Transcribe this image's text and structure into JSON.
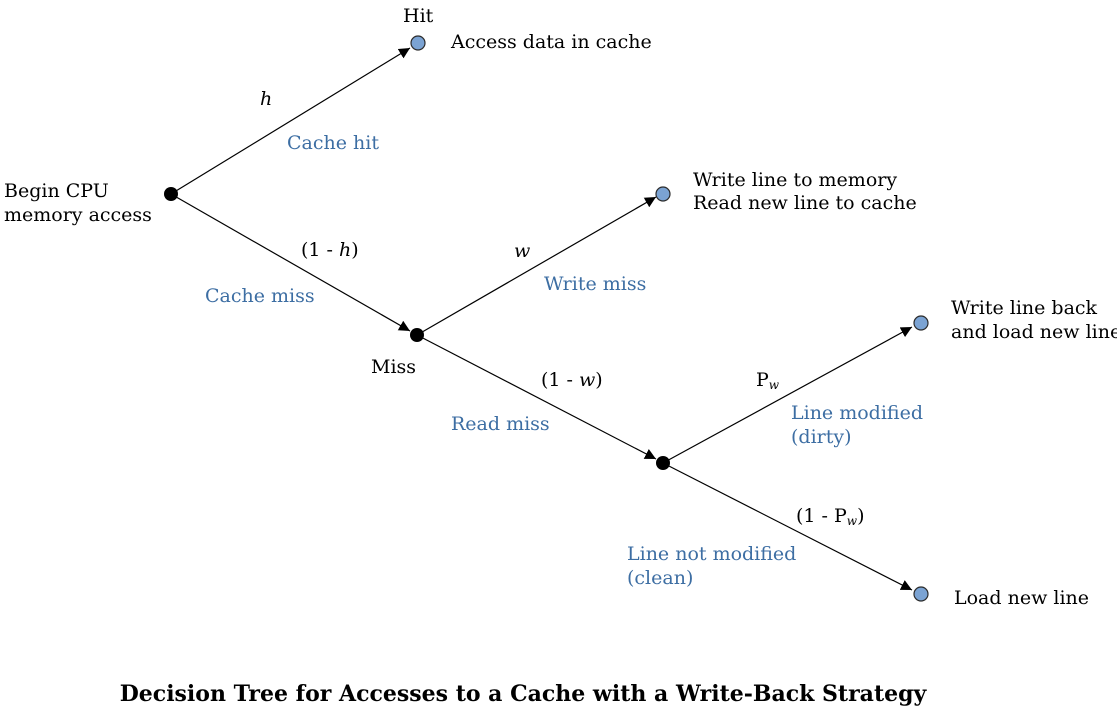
{
  "diagram": {
    "nodes": {
      "root": {
        "label_line1": "Begin CPU",
        "label_line2": "memory access"
      },
      "miss": {
        "label": "Miss"
      },
      "hit_leaf": {
        "title": "Hit",
        "action": "Access data in cache"
      },
      "write_miss_leaf": {
        "action_line1": "Write line to memory",
        "action_line2": "Read new line to cache"
      },
      "dirty_leaf": {
        "action_line1": "Write line back",
        "action_line2": "and load new line"
      },
      "clean_leaf": {
        "action": "Load new line"
      }
    },
    "edges": {
      "cache_hit": {
        "prob": "h",
        "label": "Cache hit"
      },
      "cache_miss": {
        "prob_open": "(1 - ",
        "prob_var": "h",
        "prob_close": ")",
        "label": "Cache miss"
      },
      "write_miss": {
        "prob": "w",
        "label": "Write miss"
      },
      "read_miss": {
        "prob_open": "(1 - ",
        "prob_var": "w",
        "prob_close": ")",
        "label": "Read miss"
      },
      "line_modified": {
        "prob_main": "P",
        "prob_sub": "w",
        "label_line1": "Line modified",
        "label_line2": "(dirty)"
      },
      "line_not_modified": {
        "prob_open": "(1 - P",
        "prob_sub": "w",
        "prob_close": ")",
        "label_line1": "Line not modified",
        "label_line2": "(clean)"
      }
    }
  },
  "caption": "Decision Tree for Accesses to a Cache with a Write-Back Strategy",
  "colors": {
    "edge_label": "#3d6ea3",
    "leaf_fill": "#7ba3d3",
    "node_fill": "#000000"
  }
}
